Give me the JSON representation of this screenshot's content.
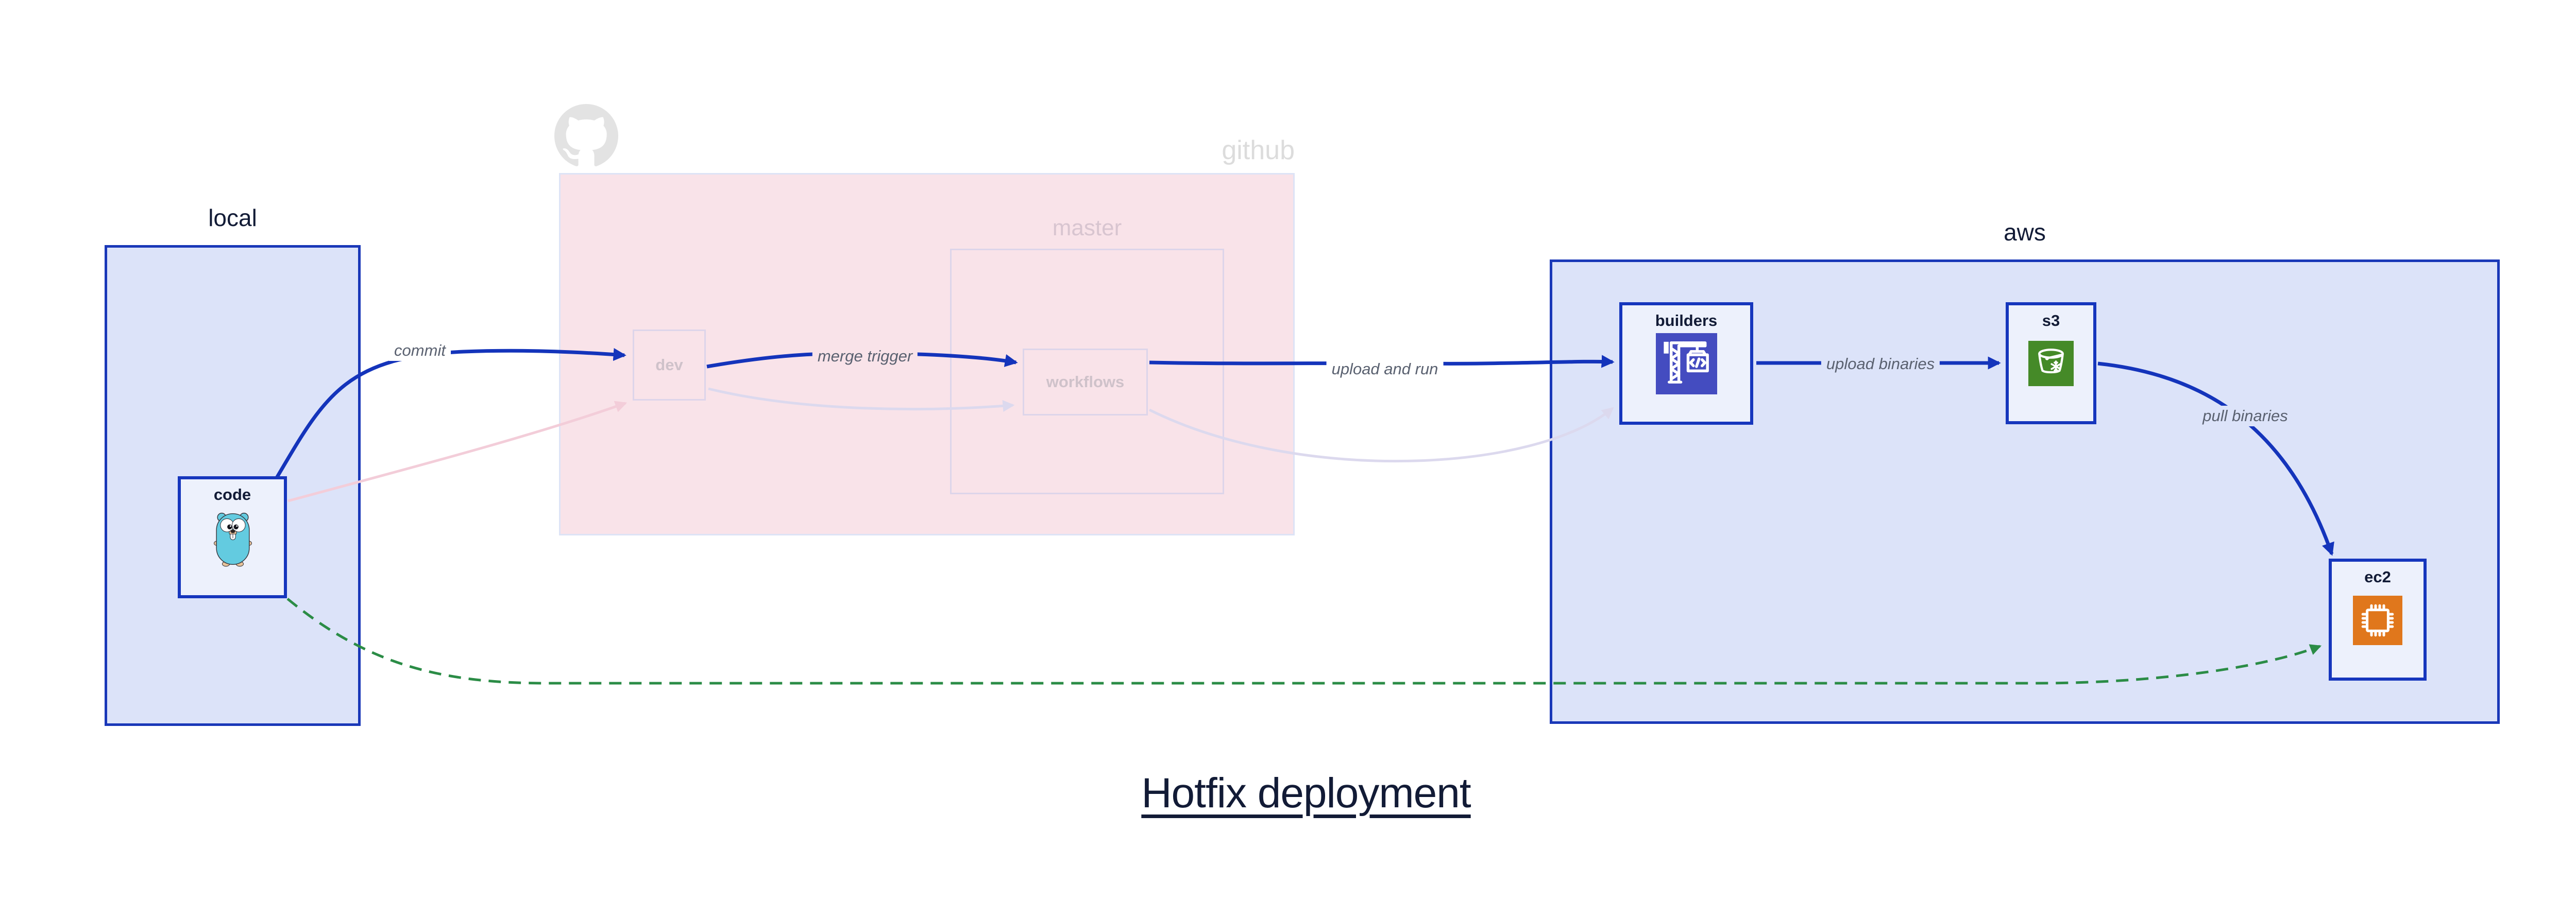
{
  "title": "Hotfix deployment",
  "containers": {
    "local": {
      "label": "local"
    },
    "github": {
      "label": "github",
      "icon": "github-octocat-icon"
    },
    "master": {
      "label": "master"
    },
    "aws": {
      "label": "aws"
    }
  },
  "nodes": {
    "code": {
      "label": "code",
      "icon": "go-gopher-icon"
    },
    "dev": {
      "label": "dev"
    },
    "workflows": {
      "label": "workflows"
    },
    "builders": {
      "label": "builders",
      "icon": "aws-codebuild-icon"
    },
    "s3": {
      "label": "s3",
      "icon": "aws-s3-glacier-bucket-icon"
    },
    "ec2": {
      "label": "ec2",
      "icon": "aws-ec2-chip-icon"
    }
  },
  "edges": {
    "commit": {
      "label": "commit",
      "from": "code",
      "to": "dev",
      "style": "solid-blue"
    },
    "merge_trigger": {
      "label": "merge trigger",
      "from": "dev",
      "to": "workflows",
      "style": "solid-blue"
    },
    "upload_and_run": {
      "label": "upload and run",
      "from": "workflows",
      "to": "builders",
      "style": "solid-blue"
    },
    "upload_binaries": {
      "label": "upload binaries",
      "from": "builders",
      "to": "s3",
      "style": "solid-blue"
    },
    "pull_binaries": {
      "label": "pull binaries",
      "from": "s3",
      "to": "ec2",
      "style": "solid-blue"
    },
    "hotfix_bypass": {
      "label": "",
      "from": "code",
      "to": "ec2",
      "style": "dashed-green"
    },
    "faded_code_to_dev": {
      "label": "",
      "from": "code",
      "to": "dev",
      "style": "faded-pink"
    },
    "faded_dev_to_workflows": {
      "label": "",
      "from": "dev",
      "to": "workflows",
      "style": "faded-lavender"
    },
    "faded_workflows_to_builders": {
      "label": "",
      "from": "workflows",
      "to": "builders",
      "style": "faded-lavender"
    }
  },
  "colors": {
    "edge_blue": "#1434bb",
    "edge_green": "#2b8c46",
    "edge_faded_pink": "#f3cdd9",
    "edge_faded_lavender": "#dcd9ee",
    "container_blue_fill": "#dce3f9",
    "container_blue_border": "#1a38b8",
    "node_fill": "#edf1fc",
    "node_border": "#1636bd",
    "github_fill": "#f9e3e9",
    "github_border": "#dde3f6",
    "inner_border": "#ddd5ea",
    "label_dark": "#121b36",
    "edge_label_gray": "#5a6170",
    "faded_text": "#cfc2ca",
    "github_text": "#dcdcdc",
    "master_text": "#d8c5d0",
    "codebuild_purple": "#444cc0",
    "s3_green": "#458a28",
    "ec2_orange": "#e0771c",
    "gopher_teal": "#63cbe0",
    "octocat_gray": "#e3e3e3"
  }
}
